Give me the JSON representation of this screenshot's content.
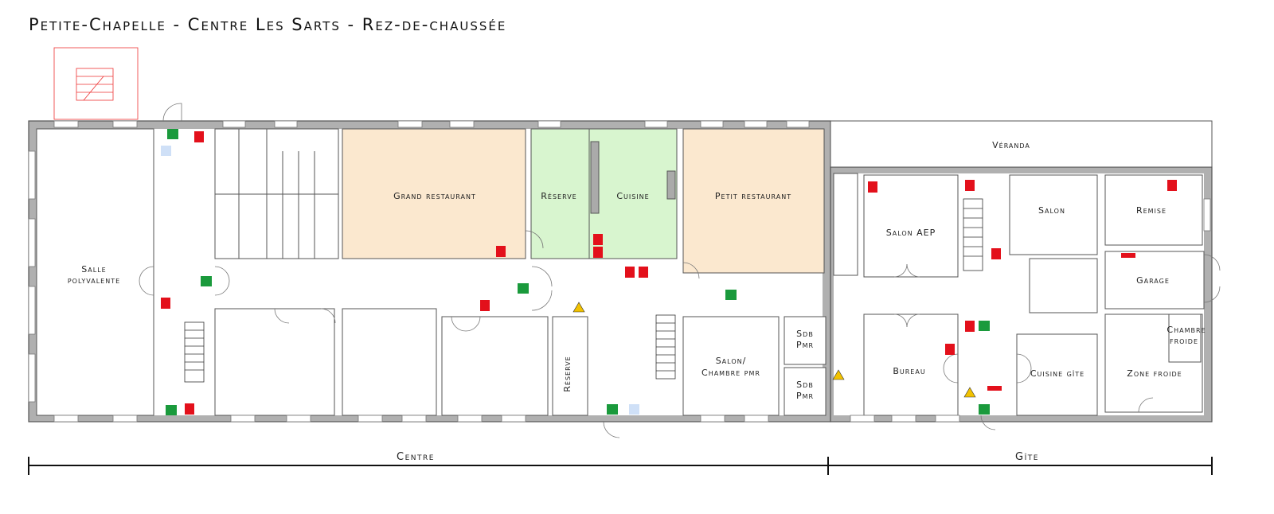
{
  "title": "Petite-Chapelle - Centre Les Sarts - Rez-de-chaussée",
  "rooms": {
    "salle_polyvalente_1": "Salle",
    "salle_polyvalente_2": "polyvalente",
    "grand_restaurant": "Grand restaurant",
    "reserve_1": "Réserve",
    "cuisine": "Cuisine",
    "petit_restaurant": "Petit restaurant",
    "veranda": "Véranda",
    "salon_aep": "Salon AEP",
    "salon": "Salon",
    "remise": "Remise",
    "garage": "Garage",
    "salon_chambre_pmr_1": "Salon/",
    "salon_chambre_pmr_2": "Chambre pmr",
    "sdb_pmr_1a": "Sdb",
    "sdb_pmr_1b": "Pmr",
    "sdb_pmr_2a": "Sdb",
    "sdb_pmr_2b": "Pmr",
    "reserve_2": "Réserve",
    "bureau": "Bureau",
    "cuisine_gite": "Cuisine gîte",
    "zone_froide": "Zone froide",
    "chambre_froide_1": "Chambre",
    "chambre_froide_2": "froide"
  },
  "scale": {
    "centre": "Centre",
    "gite": "Gîte"
  },
  "colors": {
    "restaurant": "#fbe8cf",
    "kitchen": "#d8f5cf",
    "wall": "#b0b0b0",
    "extinguisher": "#e3101b",
    "exit": "#1a9a3c",
    "warning": "#f2c200"
  }
}
